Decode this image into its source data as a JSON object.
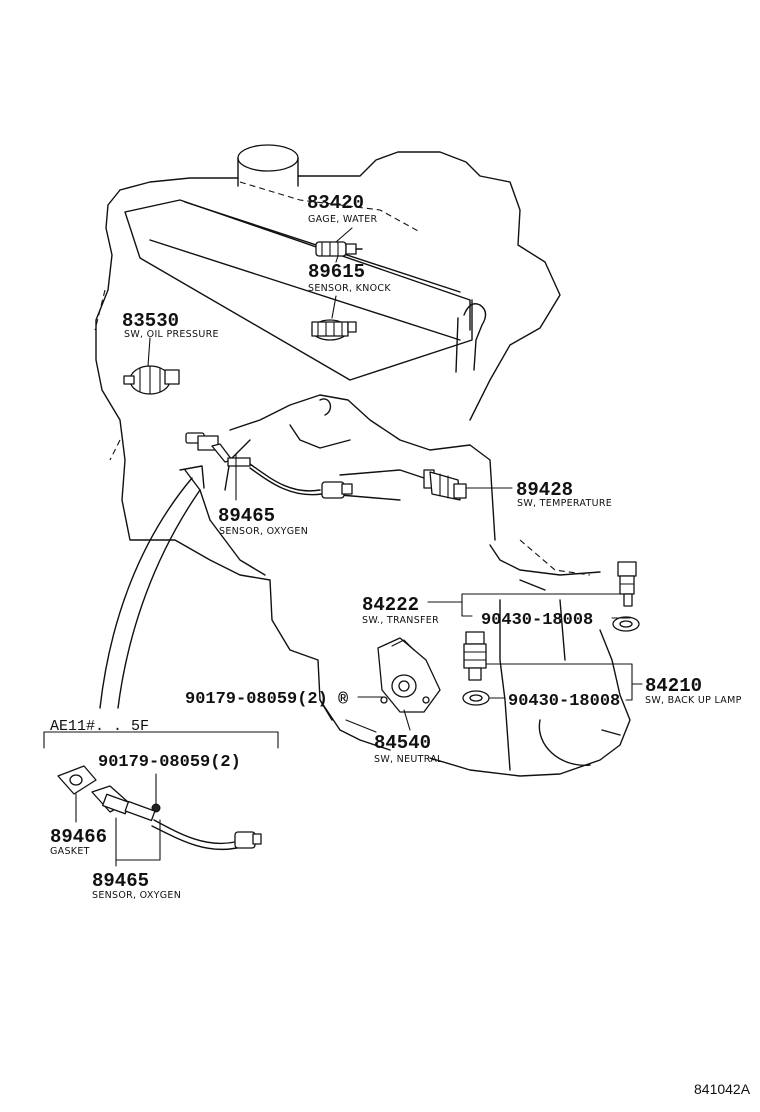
{
  "parts": {
    "p83420": {
      "number": "83420",
      "name": "GAGE, WATER"
    },
    "p89615": {
      "number": "89615",
      "name": "SENSOR, KNOCK"
    },
    "p83530": {
      "number": "83530",
      "name": "SW, OIL PRESSURE"
    },
    "p89428": {
      "number": "89428",
      "name": "SW, TEMPERATURE"
    },
    "p89465": {
      "number": "89465",
      "name": "SENSOR, OXYGEN"
    },
    "p84222": {
      "number": "84222",
      "name": "SW., TRANSFER"
    },
    "p90430a": {
      "number": "90430-18008"
    },
    "p84210": {
      "number": "84210",
      "name": "SW, BACK UP LAMP"
    },
    "p90430b": {
      "number": "90430-18008"
    },
    "p90179a": {
      "number": "90179-08059(2)",
      "mark": "®"
    },
    "p84540": {
      "number": "84540",
      "name": "SW, NEUTRAL"
    },
    "p90179b": {
      "number": "90179-08059(2)"
    },
    "p89466": {
      "number": "89466",
      "name": "GASKET"
    },
    "p89465b": {
      "number": "89465",
      "name": "SENSOR, OXYGEN"
    }
  },
  "variant": {
    "label": "AE11#. . 5F"
  },
  "illustration_id": "841042A"
}
